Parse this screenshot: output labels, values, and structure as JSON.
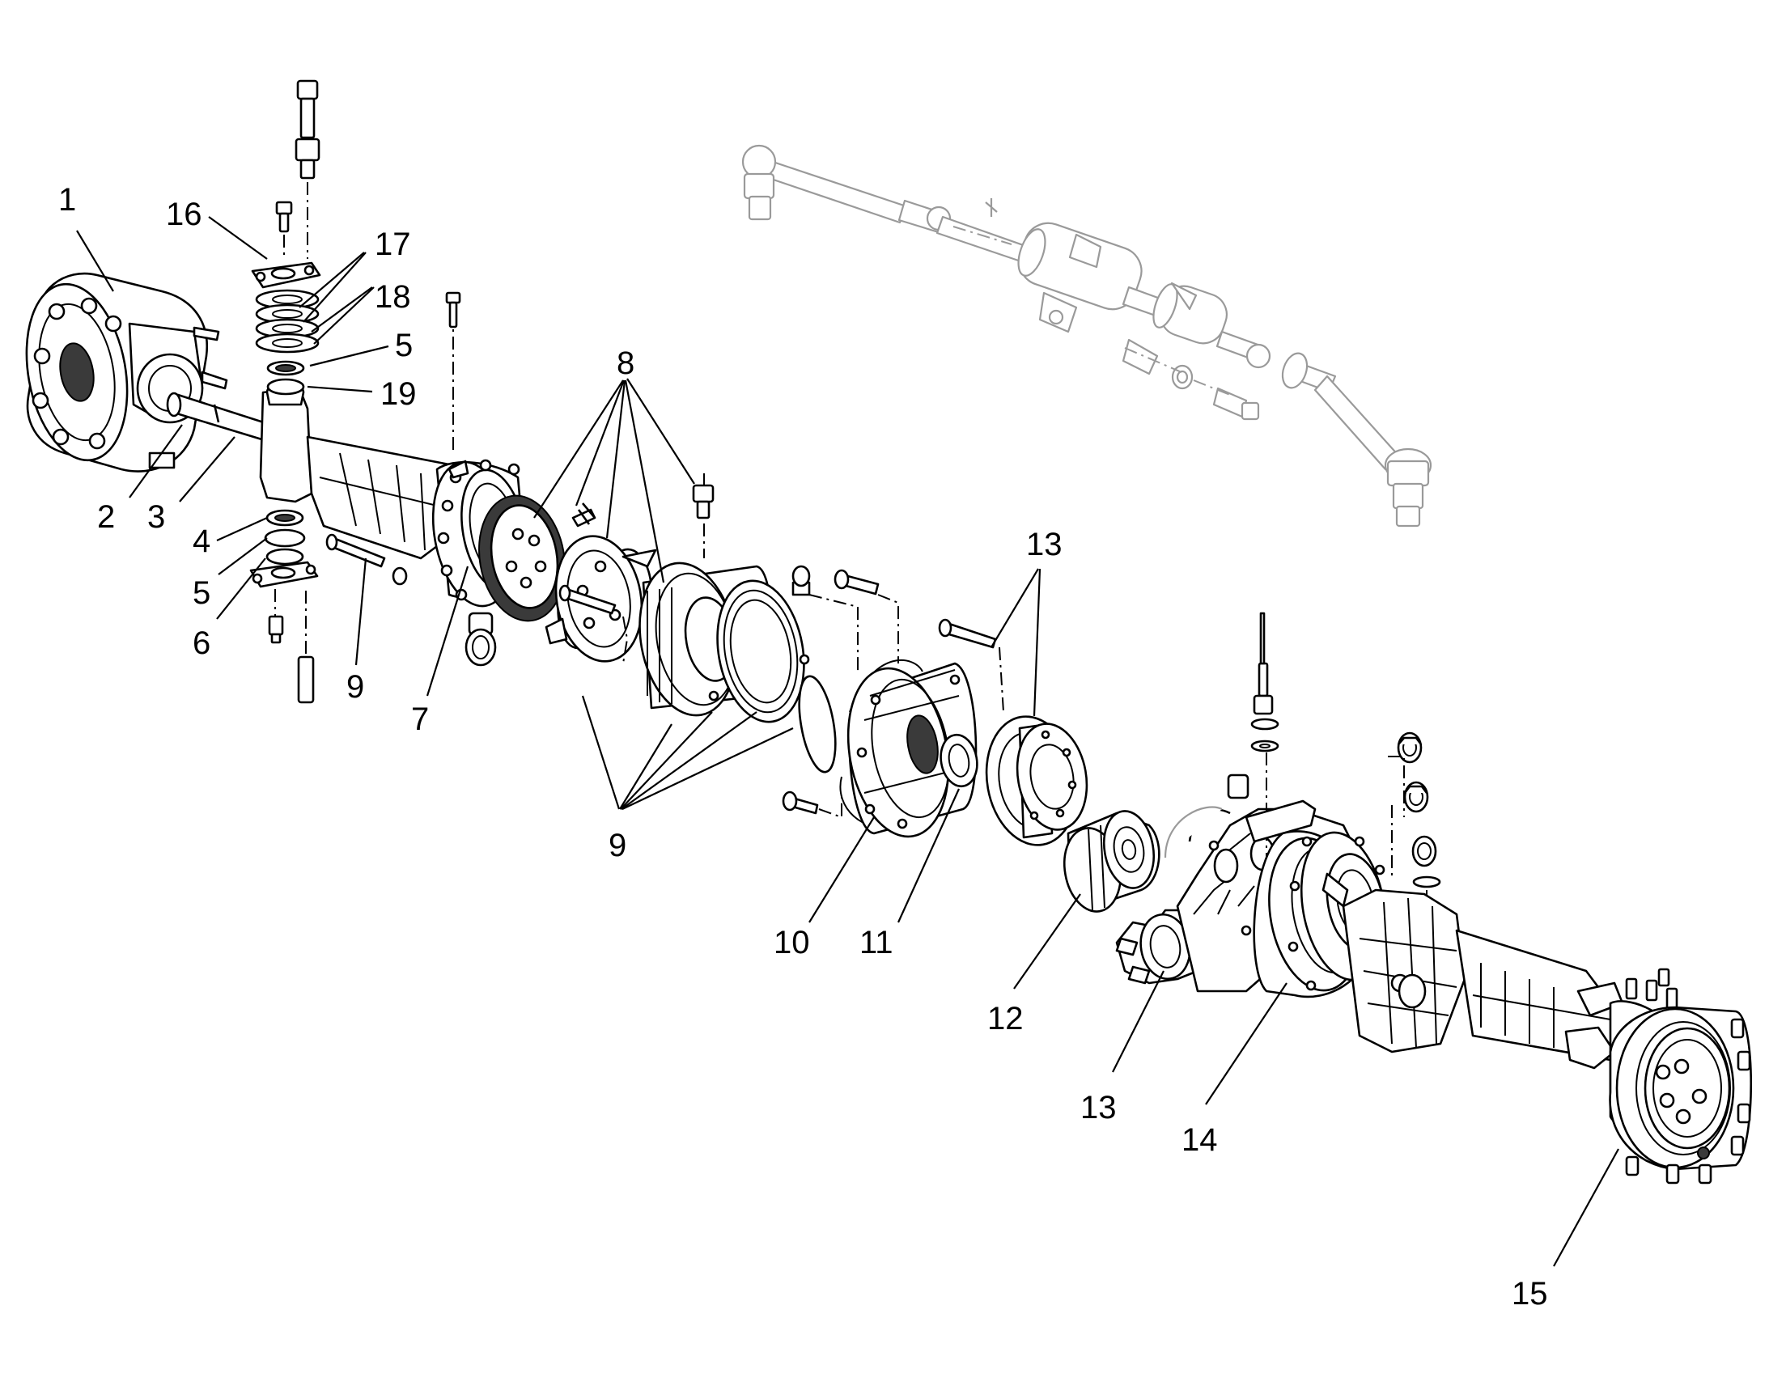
{
  "callouts": [
    {
      "id": "c1",
      "text": "1"
    },
    {
      "id": "c2",
      "text": "2"
    },
    {
      "id": "c3",
      "text": "3"
    },
    {
      "id": "c4",
      "text": "4"
    },
    {
      "id": "c5a",
      "text": "5"
    },
    {
      "id": "c5b",
      "text": "5"
    },
    {
      "id": "c6",
      "text": "6"
    },
    {
      "id": "c7",
      "text": "7"
    },
    {
      "id": "c8",
      "text": "8"
    },
    {
      "id": "c9a",
      "text": "9"
    },
    {
      "id": "c9b",
      "text": "9"
    },
    {
      "id": "c10",
      "text": "10"
    },
    {
      "id": "c11",
      "text": "11"
    },
    {
      "id": "c12",
      "text": "12"
    },
    {
      "id": "c13a",
      "text": "13"
    },
    {
      "id": "c13b",
      "text": "13"
    },
    {
      "id": "c14",
      "text": "14"
    },
    {
      "id": "c15",
      "text": "15"
    },
    {
      "id": "c16",
      "text": "16"
    },
    {
      "id": "c17",
      "text": "17"
    },
    {
      "id": "c18",
      "text": "18"
    },
    {
      "id": "c19",
      "text": "19"
    }
  ]
}
